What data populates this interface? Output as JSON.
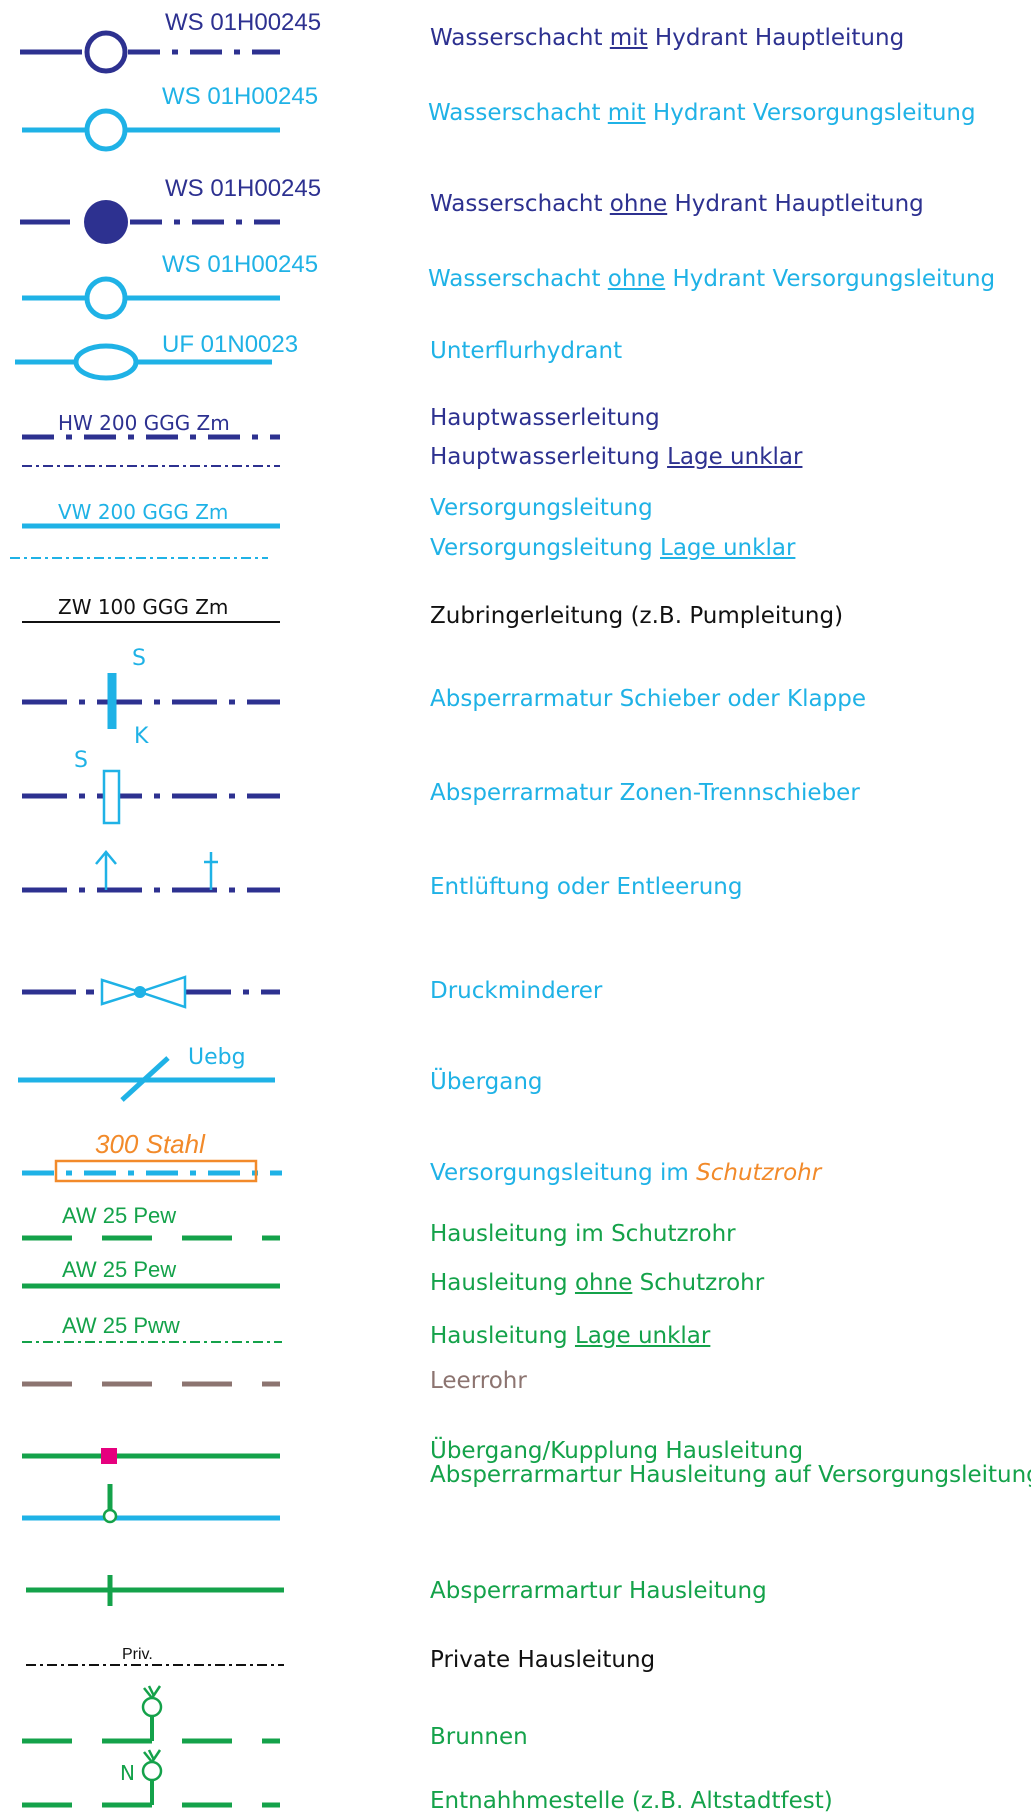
{
  "colors": {
    "navy": "#2d3190",
    "cyan": "#1fb2e6",
    "green": "#14a24a",
    "black": "#111111",
    "brown": "#8c7470",
    "orange": "#f28a2a",
    "magenta": "#e6007e"
  },
  "symbol_labels": {
    "ws1": "WS 01H00245",
    "ws2": "WS 01H00245",
    "ws3": "WS 01H00245",
    "ws4": "WS 01H00245",
    "uf": "UF 01N0023",
    "hw": "HW 200 GGG Zm",
    "vw": "VW 200 GGG Zm",
    "zw": "ZW 100 GGG Zm",
    "schieber_s": "S",
    "schieber_k": "K",
    "zonen_s": "S",
    "uebg": "Uebg",
    "schutzrohr": "300 Stahl",
    "aw1": "AW 25 Pew",
    "aw2": "AW 25 Pew",
    "aw3": "AW 25 Pww",
    "priv": "Priv.",
    "entnahme_n": "N"
  },
  "descriptions": {
    "d1": {
      "pre": "Wasserschacht ",
      "u": "mit",
      "post": " Hydrant Hauptleitung"
    },
    "d2": {
      "pre": "Wasserschacht ",
      "u": "mit",
      "post": " Hydrant Versorgungsleitung"
    },
    "d3": {
      "pre": "Wasserschacht ",
      "u": "ohne",
      "post": " Hydrant Hauptleitung"
    },
    "d4": {
      "pre": "Wasserschacht ",
      "u": "ohne",
      "post": " Hydrant Versorgungsleitung"
    },
    "d5": "Unterflurhydrant",
    "d6": "Hauptwasserleitung",
    "d7": {
      "pre": "Hauptwasserleitung ",
      "u": "Lage unklar"
    },
    "d8": "Versorgungsleitung",
    "d9": {
      "pre": "Versorgungsleitung ",
      "u": "Lage unklar"
    },
    "d10": "Zubringerleitung (z.B. Pumpleitung)",
    "d11": "Absperrarmatur Schieber oder Klappe",
    "d12": "Absperrarmatur Zonen-Trennschieber",
    "d13": "Entlüftung oder Entleerung",
    "d14": "Druckminderer",
    "d15": "Übergang",
    "d16": {
      "pre": "Versorgungsleitung im ",
      "i": "Schutzrohr"
    },
    "d17": "Hausleitung im Schutzrohr",
    "d18": {
      "pre": "Hausleitung ",
      "u": "ohne",
      "post": " Schutzrohr"
    },
    "d19": {
      "pre": "Hausleitung ",
      "u": "Lage unklar"
    },
    "d20": "Leerrohr",
    "d21": "Übergang/Kupplung Hausleitung",
    "d22": "Absperrarmartur  Hausleitung auf Versorgungsleitung",
    "d23": "Absperrarmartur  Hausleitung",
    "d24": "Private Hausleitung",
    "d25": "Brunnen",
    "d26": "Entnahhmestelle (z.B. Altstadtfest)"
  }
}
